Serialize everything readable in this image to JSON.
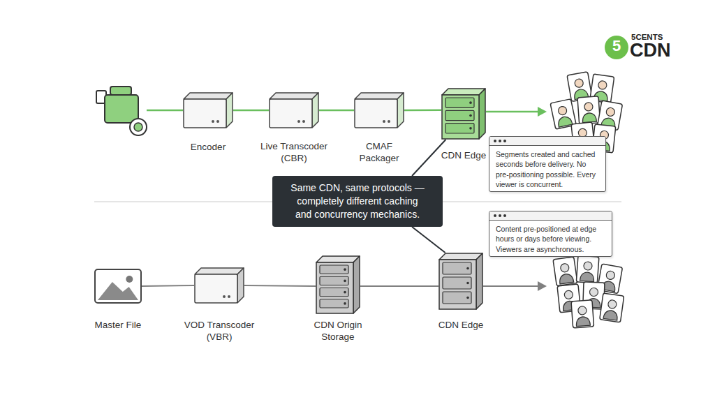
{
  "diagram": {
    "nodes": [
      {
        "text": [
          "Encoder"
        ]
      },
      {
        "text": [
          "Live Transcoder (CBR)"
        ]
      },
      {
        "text": [
          "CMAF Packager"
        ]
      },
      {
        "text": [
          "CDN Edge"
        ]
      },
      {
        "text": [
          "Segments created and cached seconds before delivery. No pre-positioning possible. Every viewer is concurrent."
        ]
      },
      {
        "text": [
          "Same CDN, same protocols — completely different caching and concurrency mechanics."
        ]
      },
      {
        "text": [
          "Content pre-positioned at edge hours or days before viewing. Viewers are asynchronous."
        ]
      },
      {
        "text": [
          "Master File"
        ]
      },
      {
        "text": [
          "VOD Transcoder (VBR)"
        ]
      },
      {
        "text": [
          "CDN Origin Storage"
        ]
      },
      {
        "text": [
          "CDN Edge"
        ]
      }
    ],
    "edges": [
      {
        "from": 0,
        "to": 1,
        "arrow": "none"
      },
      {
        "from": 1,
        "to": 2,
        "arrow": "none"
      },
      {
        "from": 2,
        "to": 3,
        "arrow": "none"
      },
      {
        "from": 5,
        "to": 3,
        "arrow": "none"
      },
      {
        "from": 5,
        "to": 10,
        "arrow": "none"
      },
      {
        "from": 7,
        "to": 8,
        "arrow": "none"
      },
      {
        "from": 8,
        "to": 9,
        "arrow": "none"
      },
      {
        "from": 9,
        "to": 10,
        "arrow": "none"
      }
    ],
    "labels": [
      "5",
      "5CENTS",
      "CDN"
    ]
  }
}
